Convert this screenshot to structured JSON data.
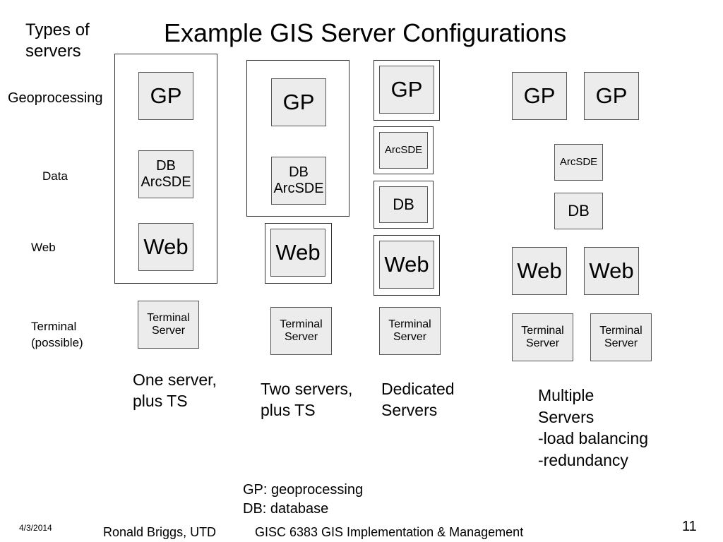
{
  "slide": {
    "title": "Example GIS Server Configurations",
    "page_number": "11",
    "date": "4/3/2014",
    "author": "Ronald Briggs, UTD",
    "course": "GISC 6383 GIS Implementation & Management"
  },
  "row_labels": {
    "heading": "Types of\nservers",
    "geoprocessing": "Geoprocessing",
    "data": "Data",
    "web": "Web",
    "terminal": "Terminal\n(possible)"
  },
  "boxes": {
    "gp": "GP",
    "db_arcsde": "DB\nArcSDE",
    "web": "Web",
    "terminal_server": "Terminal\nServer",
    "arcsde": "ArcSDE",
    "db": "DB"
  },
  "captions": {
    "one_server": "One server,\nplus TS",
    "two_servers": "Two servers,\nplus TS",
    "dedicated": "Dedicated\nServers",
    "multiple": "Multiple\nServers\n-load balancing\n-redundancy"
  },
  "legend": {
    "gp": "GP: geoprocessing",
    "db": "DB: database"
  }
}
